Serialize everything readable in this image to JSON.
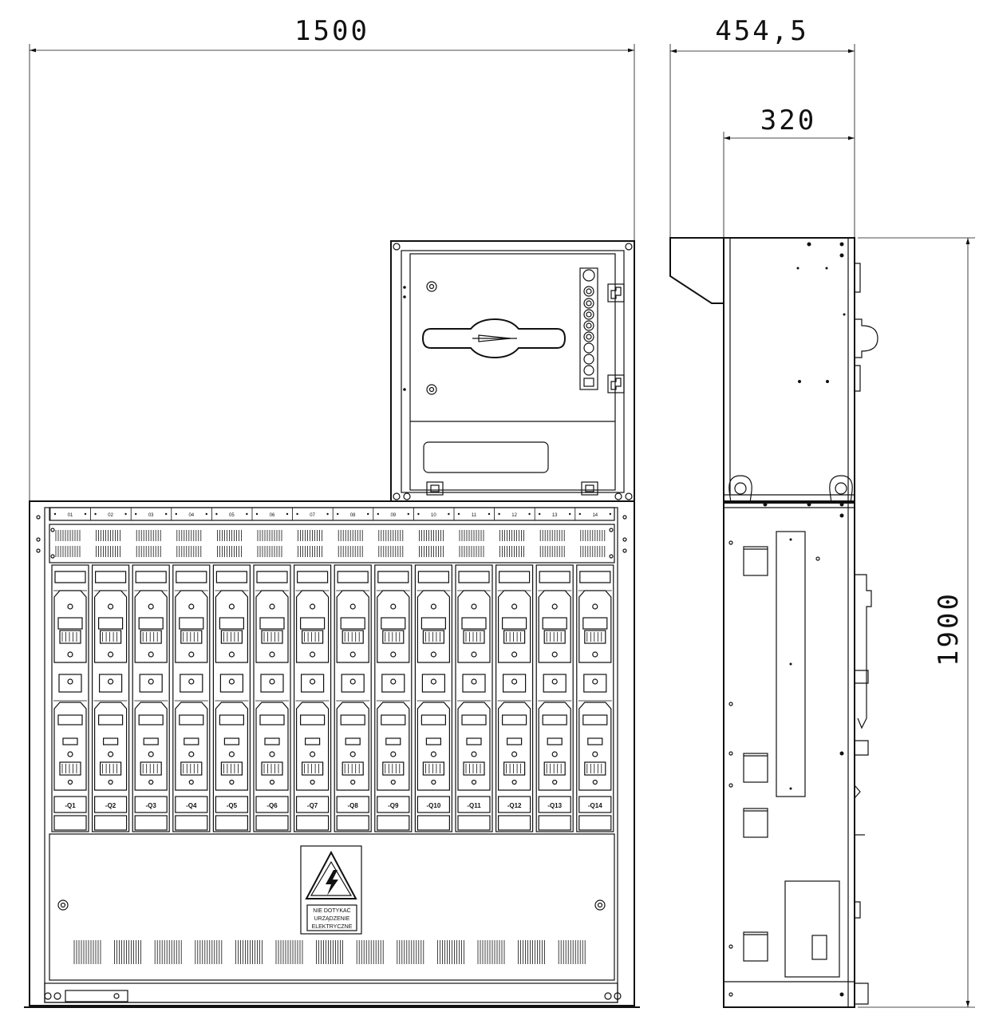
{
  "dimensions": {
    "front_width": "1500",
    "side_depth_total": "454,5",
    "side_depth_body": "320",
    "height": "1900"
  },
  "top_labels": [
    "01",
    "02",
    "03",
    "04",
    "05",
    "06",
    "07",
    "08",
    "09",
    "10",
    "11",
    "12",
    "13",
    "14"
  ],
  "fuse_labels": [
    "-Q1",
    "-Q2",
    "-Q3",
    "-Q4",
    "-Q5",
    "-Q6",
    "-Q7",
    "-Q8",
    "-Q9",
    "-Q10",
    "-Q11",
    "-Q12",
    "-Q13",
    "-Q14"
  ],
  "warning_sign": {
    "line1": "NIE DOTYKAĆ",
    "line2": "URZĄDZENIE",
    "line3": "ELEKTRYCZNE"
  }
}
